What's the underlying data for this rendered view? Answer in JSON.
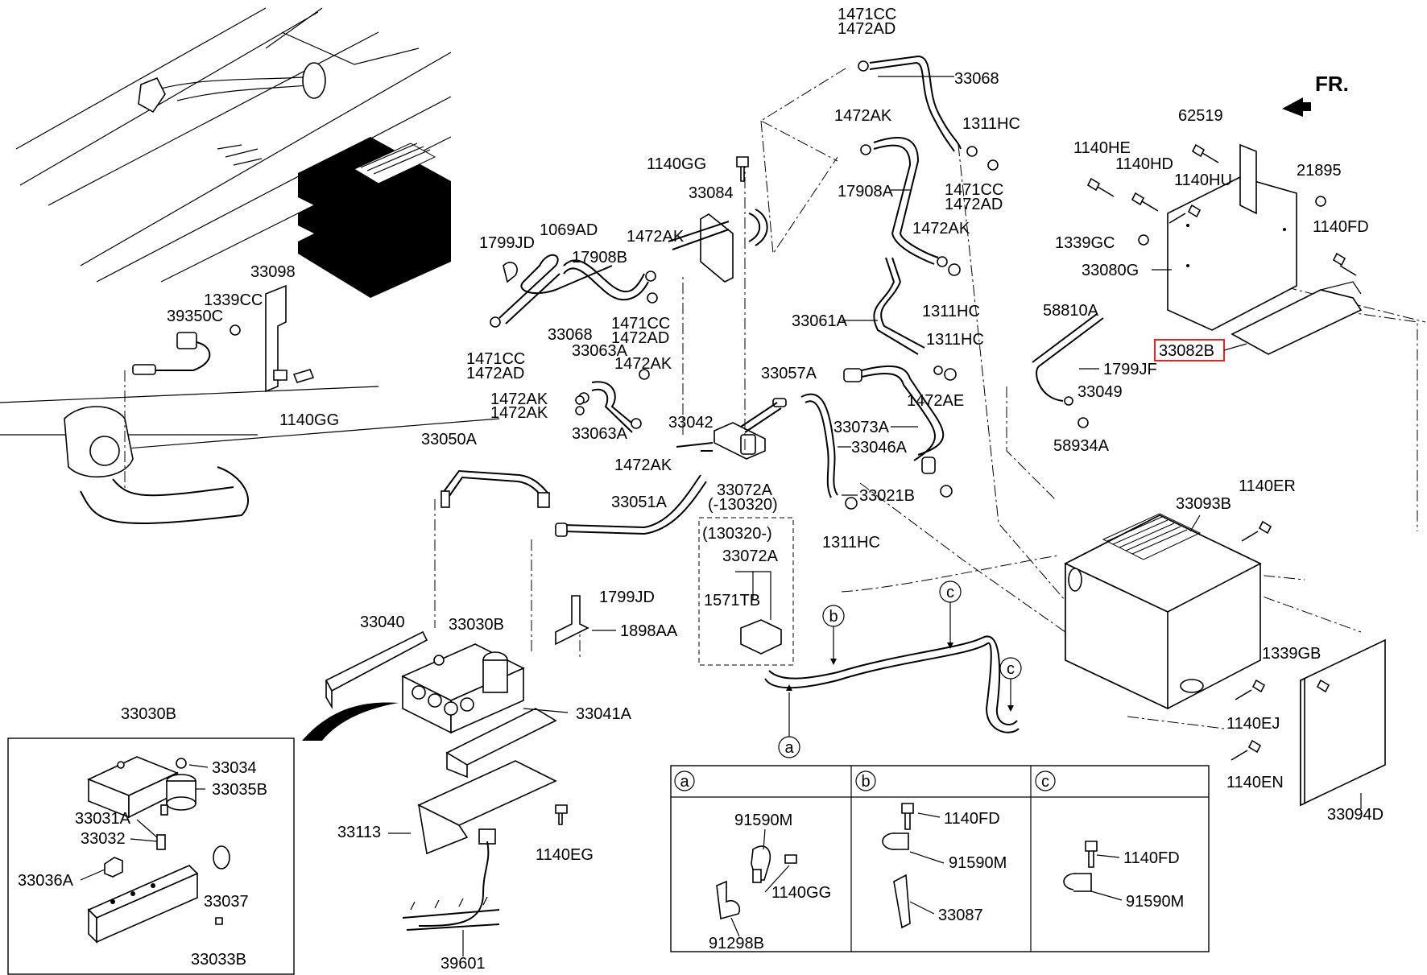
{
  "fr_label": "FR.",
  "highlight_color": "#e0262a",
  "labels": {
    "p1471CC_top": "1471CC",
    "p1472AD_top": "1472AD",
    "p33068_top": "33068",
    "p1472AK_a": "1472AK",
    "p1311HC_a": "1311HC",
    "p1140GG_a": "1140GG",
    "p17908A": "17908A",
    "p1471CC_b": "1471CC",
    "p1472AD_b": "1472AD",
    "p33084": "33084",
    "p1472AK_b": "1472AK",
    "p1799JD_a": "1799JD",
    "p1069AD": "1069AD",
    "p1472AK_c": "1472AK",
    "p17908B": "17908B",
    "p33098": "33098",
    "p1339CC": "1339CC",
    "p39350C": "39350C",
    "p33068_b": "33068",
    "p1471CC_c": "1471CC",
    "p1472AD_c": "1472AD",
    "p1471CC_d": "1471CC",
    "p1472AD_d": "1472AD",
    "p33063A_a": "33063A",
    "p1472AK_d": "1472AK",
    "p1311HC_b": "1311HC",
    "p33061A": "33061A",
    "p1311HC_c": "1311HC",
    "p1140GG_b": "1140GG",
    "p33057A": "33057A",
    "p1472AE": "1472AE",
    "p1472AK_e": "1472AK",
    "p1472AK_f": "1472AK",
    "p33063A_b": "33063A",
    "p33042": "33042",
    "p33073A": "33073A",
    "p33046A": "33046A",
    "p1472AK_g": "1472AK",
    "p33050A": "33050A",
    "p33072A_a": "33072A",
    "p130320_a": "(-130320)",
    "p33021B": "33021B",
    "p33051A": "33051A",
    "p1311HC_d": "1311HC",
    "p130320_b": "(130320-)",
    "p33072A_b": "33072A",
    "p1571TB": "1571TB",
    "p1799JD_b": "1799JD",
    "p1898AA": "1898AA",
    "p33040": "33040",
    "p33030B_a": "33030B",
    "p33041A": "33041A",
    "p62519": "62519",
    "p1140HE": "1140HE",
    "p1140HD": "1140HD",
    "p1140HU": "1140HU",
    "p21895": "21895",
    "p1140FD_a": "1140FD",
    "p1339GC": "1339GC",
    "p33080G": "33080G",
    "p58810A": "58810A",
    "p33082B": "33082B",
    "p1799JF": "1799JF",
    "p33049": "33049",
    "p58934A": "58934A",
    "p33093B": "33093B",
    "p1140ER": "1140ER",
    "p1339GB": "1339GB",
    "p1140EJ": "1140EJ",
    "p1140EN": "1140EN",
    "p33094D": "33094D",
    "p33030B_b": "33030B",
    "p33034": "33034",
    "p33035B": "33035B",
    "p33031A": "33031A",
    "p33032": "33032",
    "p33036A": "33036A",
    "p33037": "33037",
    "p33033B": "33033B",
    "p33113": "33113",
    "p1140EG": "1140EG",
    "p39601": "39601",
    "p91590M_a": "91590M",
    "p1140GG_c": "1140GG",
    "p91298B": "91298B",
    "p1140FD_b": "1140FD",
    "p91590M_b": "91590M",
    "p33087": "33087",
    "p1140FD_c": "1140FD",
    "p91590M_c": "91590M"
  },
  "callouts": {
    "a": "a",
    "b": "b",
    "c": "c"
  },
  "table_headers": {
    "a": "a",
    "b": "b",
    "c": "c"
  }
}
